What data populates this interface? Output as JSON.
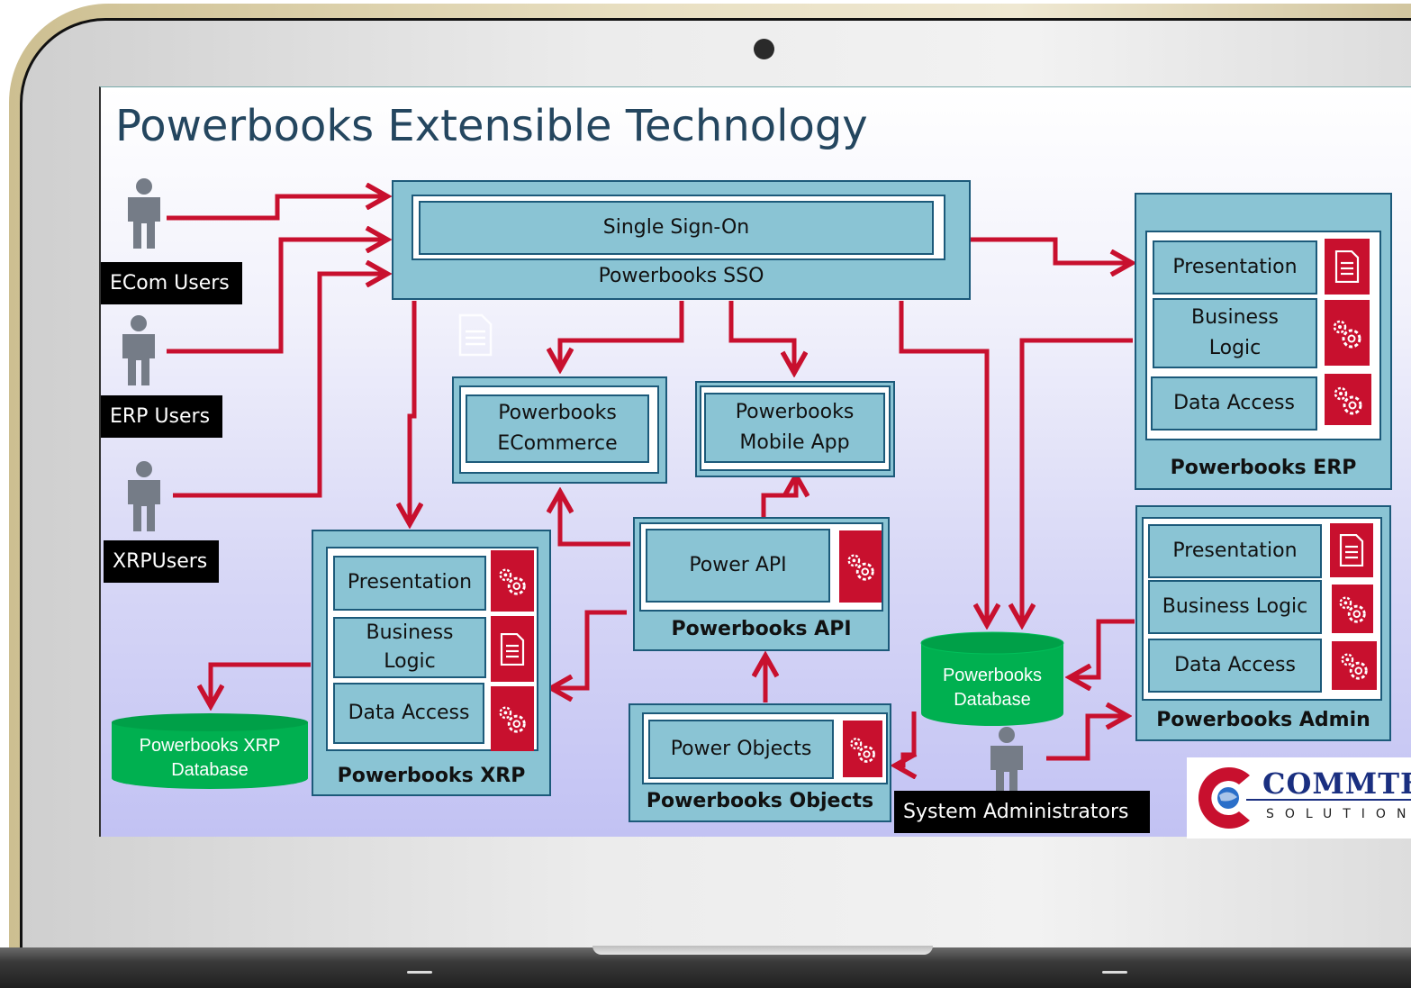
{
  "title": "Powerbooks Extensible Technology",
  "users": {
    "ecom": "ECom Users",
    "erp": "ERP Users",
    "xrp": "XRPUsers",
    "admins": "System Administrators"
  },
  "sso": {
    "inner": "Single Sign-On",
    "caption": "Powerbooks SSO"
  },
  "ecommerce": {
    "line1": "Powerbooks",
    "line2": "ECommerce"
  },
  "mobile": {
    "line1": "Powerbooks",
    "line2": "Mobile App"
  },
  "erp": {
    "presentation": "Presentation",
    "business_line1": "Business",
    "business_line2": "Logic",
    "data_access": "Data Access",
    "caption": "Powerbooks ERP"
  },
  "admin": {
    "presentation": "Presentation",
    "business": "Business Logic",
    "data_access": "Data Access",
    "caption": "Powerbooks Admin"
  },
  "api": {
    "inner": "Power API",
    "caption": "Powerbooks API"
  },
  "xrp": {
    "presentation": "Presentation",
    "business_line1": "Business",
    "business_line2": "Logic",
    "data_access": "Data Access",
    "caption": "Powerbooks XRP"
  },
  "objects": {
    "inner": "Power Objects",
    "caption": "Powerbooks Objects"
  },
  "databases": {
    "main_line1": "Powerbooks",
    "main_line2": "Database",
    "xrp_line1": "Powerbooks XRP",
    "xrp_line2": "Database"
  },
  "logo": {
    "name": "COMMTEX",
    "sub": "SOLUTIONS"
  },
  "colors": {
    "arrow": "#c8102e",
    "box_fill": "#8ac4d4",
    "box_border": "#1c5a7a",
    "db_green": "#00b050",
    "title": "#24465f"
  },
  "icons": {
    "person": "person-icon",
    "document": "document-icon",
    "gears": "gears-icon"
  }
}
